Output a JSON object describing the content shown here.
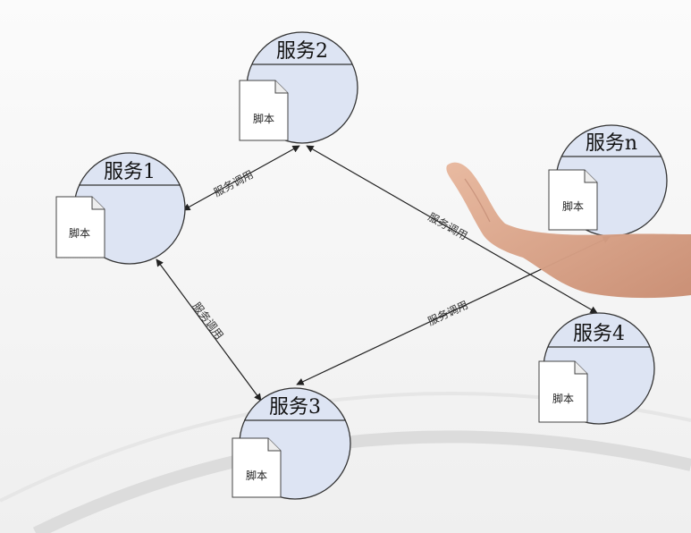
{
  "services": [
    {
      "id": "svc1",
      "title": "服务1",
      "doc": "脚本"
    },
    {
      "id": "svc2",
      "title": "服务2",
      "doc": "脚本"
    },
    {
      "id": "svc3",
      "title": "服务3",
      "doc": "脚本"
    },
    {
      "id": "svc4",
      "title": "服务4",
      "doc": "脚本"
    },
    {
      "id": "svcn",
      "title": "服务n",
      "doc": "脚本"
    }
  ],
  "edges": [
    {
      "from": "svc1",
      "to": "svc2",
      "label": "服务调用"
    },
    {
      "from": "svc2",
      "to": "svc4",
      "label": "服务调用"
    },
    {
      "from": "svc1",
      "to": "svc3",
      "label": "服务调用"
    },
    {
      "from": "svc3",
      "to": "svcn",
      "label": "服务调用"
    }
  ],
  "colors": {
    "circle_fill": "#dde4f3",
    "circle_stroke": "#333333",
    "arrow": "#222222",
    "hand_skin": "#d9a58a"
  }
}
